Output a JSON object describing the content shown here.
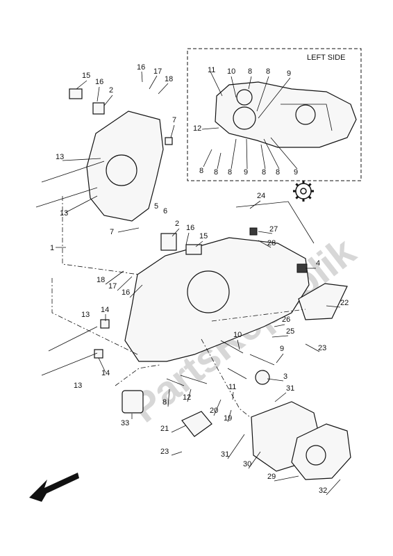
{
  "inset": {
    "title": "LEFT SIDE"
  },
  "watermark": "PartsRepublik",
  "callouts": {
    "n1": "1",
    "n2": "2",
    "n3": "3",
    "n4": "4",
    "n5": "5",
    "n6": "6",
    "n7": "7",
    "n8": "8",
    "n9": "9",
    "n10": "10",
    "n11": "11",
    "n12": "12",
    "n13": "13",
    "n14": "14",
    "n15": "15",
    "n16": "16",
    "n17": "17",
    "n18": "18",
    "n19": "19",
    "n20": "20",
    "n21": "21",
    "n22": "22",
    "n23": "23",
    "n24": "24",
    "n25": "25",
    "n26": "26",
    "n27": "27",
    "n28": "28",
    "n29": "29",
    "n30": "30",
    "n31": "31",
    "n32": "32",
    "n33": "33"
  },
  "icons": {
    "gear": "gear-icon",
    "arrow": "front-direction-arrow-icon"
  }
}
